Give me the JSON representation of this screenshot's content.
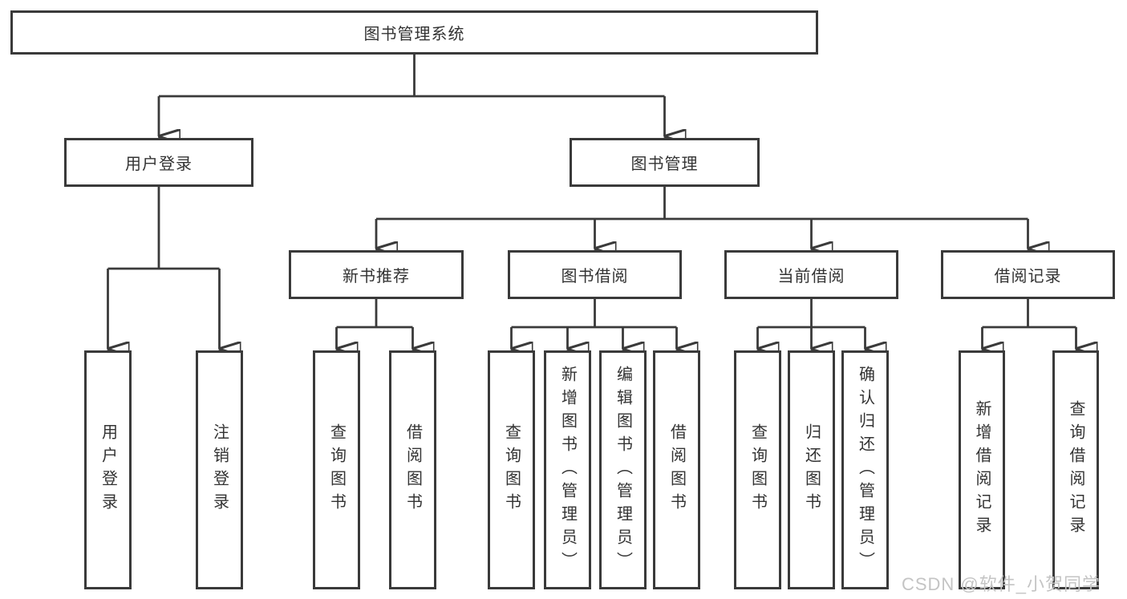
{
  "diagram": {
    "root": "图书管理系统",
    "level2": {
      "user_login": "用户登录",
      "book_management": "图书管理"
    },
    "level3": {
      "new_book_recommend": "新书推荐",
      "book_borrowing": "图书借阅",
      "current_borrowing": "当前借阅",
      "borrowing_records": "借阅记录"
    },
    "leaves": {
      "user_login": "用户登录",
      "logout": "注销登录",
      "query_books_recommend": "查询图书",
      "borrow_books_recommend": "借阅图书",
      "query_books_borrowing": "查询图书",
      "add_book_admin": "新增图书（管理员）",
      "edit_book_admin": "编辑图书（管理员）",
      "borrow_books_borrowing": "借阅图书",
      "query_books_current": "查询图书",
      "return_book": "归还图书",
      "confirm_return_admin": "确认归还（管理员）",
      "add_borrow_record": "新增借阅记录",
      "query_borrow_record": "查询借阅记录"
    }
  },
  "watermark": "CSDN @软件_小贺同学",
  "colors": {
    "line": "#3a3a3a",
    "text": "#333333",
    "watermark": "#c4c4c4",
    "background": "#ffffff"
  }
}
